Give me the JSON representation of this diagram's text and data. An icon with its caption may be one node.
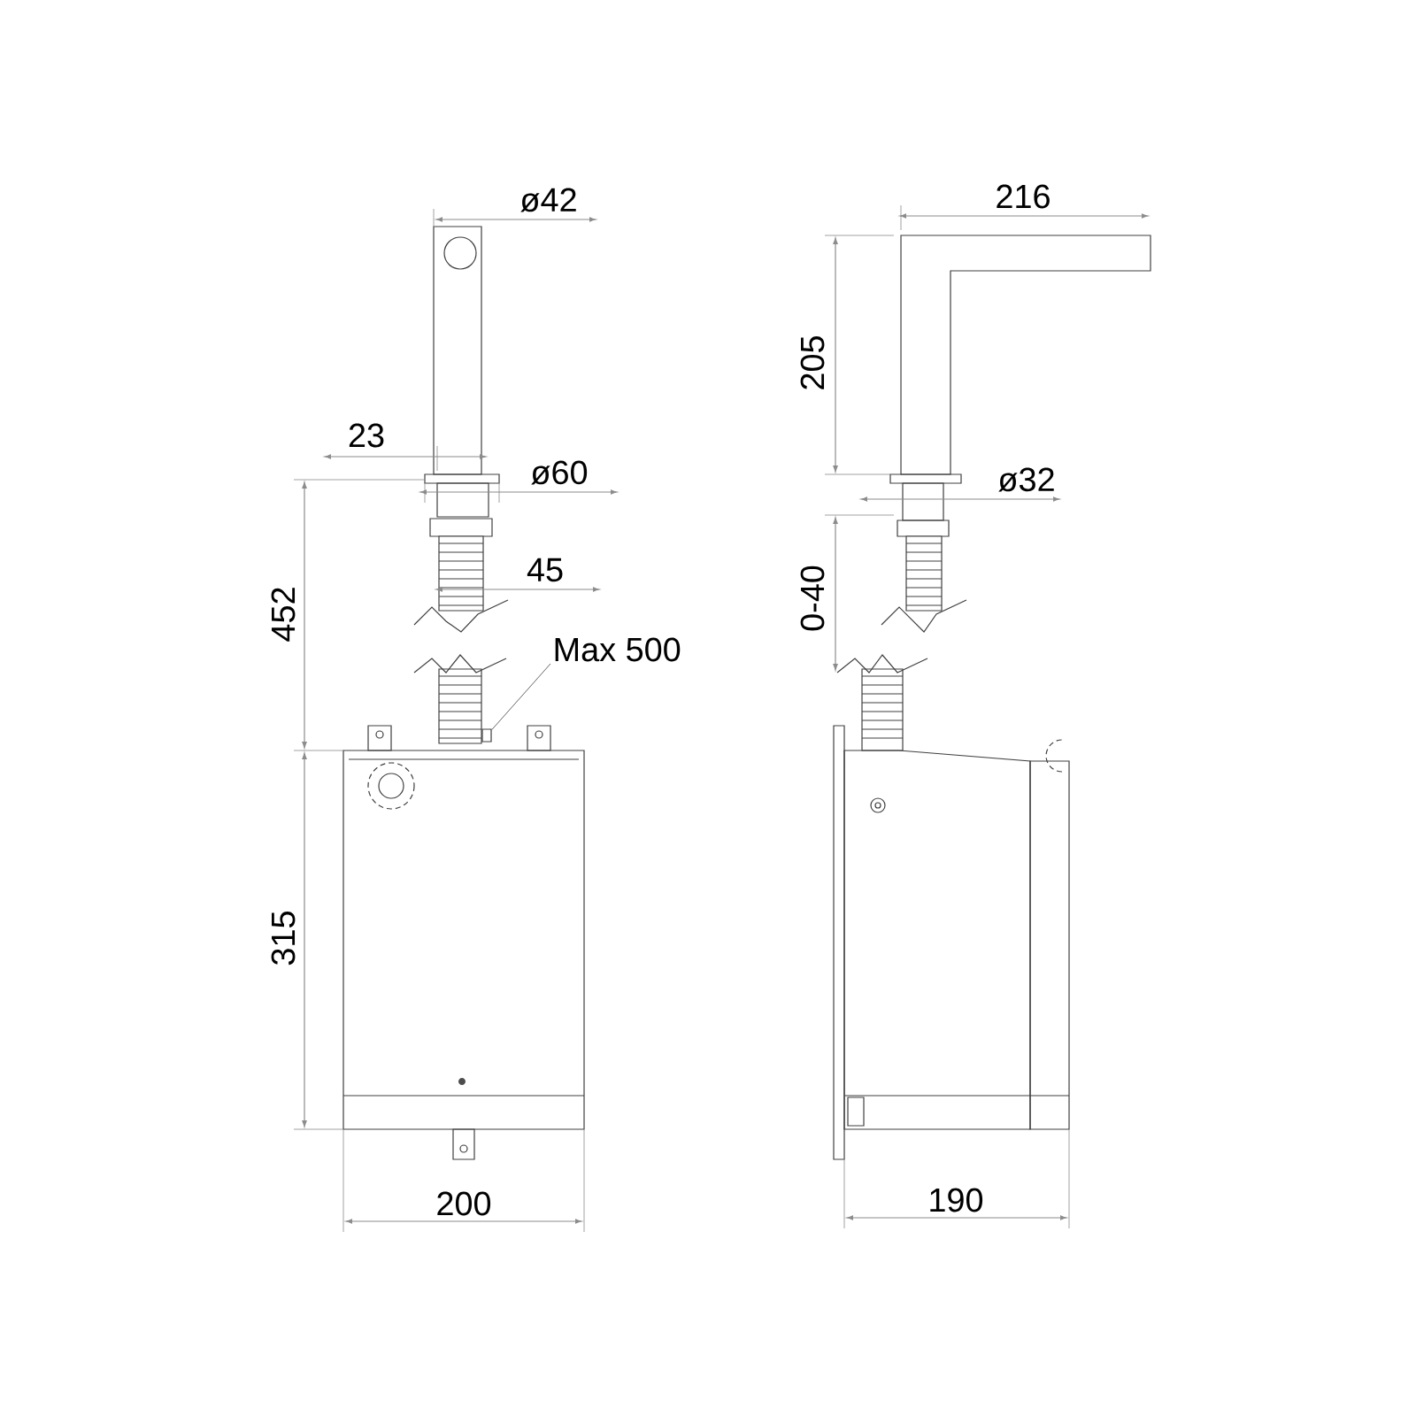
{
  "diagram": {
    "nodes": [
      {
        "text": [
          "Max 500"
        ]
      },
      {
        "text": [],
        "shape": "box"
      }
    ],
    "edges": [
      {
        "from": 0,
        "to": 1,
        "arrow": "none"
      }
    ],
    "labels": [
      "ø42",
      "216",
      "205",
      "23",
      "ø60",
      "ø32",
      "452",
      "45",
      "0-40",
      "315",
      "200",
      "190"
    ]
  }
}
